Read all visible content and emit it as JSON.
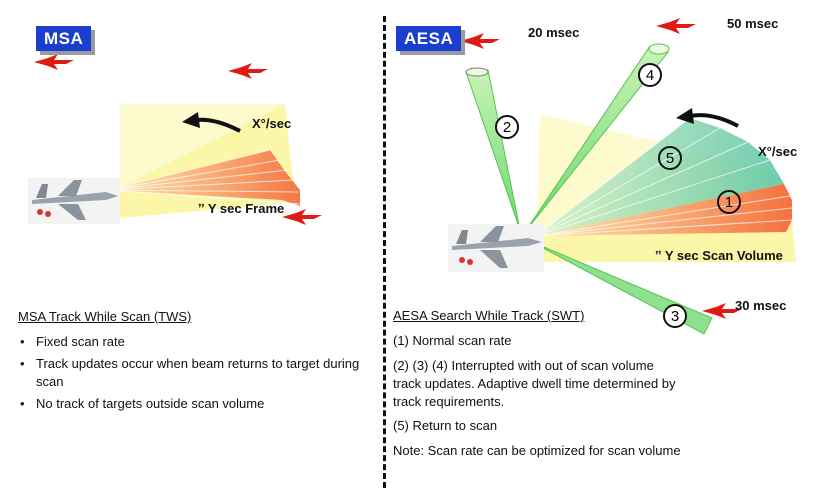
{
  "left": {
    "tag": "MSA",
    "rate_label": "X°/sec",
    "frame_label": "ˮ Y sec Frame",
    "heading": "MSA Track While Scan (TWS)",
    "bullets": [
      "Fixed scan rate",
      "Track updates occur when beam returns to target during scan",
      "No track of targets outside scan volume"
    ]
  },
  "right": {
    "tag": "AESA",
    "msec_labels": [
      "20 msec",
      "50 msec",
      "30 msec"
    ],
    "rate_label": "X°/sec",
    "volume_label": "ˮ Y sec Scan Volume",
    "beam_numbers": [
      "1",
      "2",
      "3",
      "4",
      "5"
    ],
    "heading": "AESA Search While Track (SWT)",
    "lines": [
      "(1) Normal scan rate",
      "(2) (3) (4) Interrupted with out of scan volume track updates. Adaptive dwell time determined by track requirements.",
      "(5) Return to scan",
      "Note:  Scan rate can be optimized for scan volume"
    ]
  },
  "colors": {
    "tag_blue": "#1a3fd0",
    "sweep_yellow": "#fbf59a",
    "beam_orange": "#f57c3a",
    "beam_green": "#5ad45a",
    "target_red": "#e01b12"
  },
  "icons": [
    "fighter-jet-icon",
    "target-aircraft-icon",
    "scan-direction-arrow-icon"
  ]
}
